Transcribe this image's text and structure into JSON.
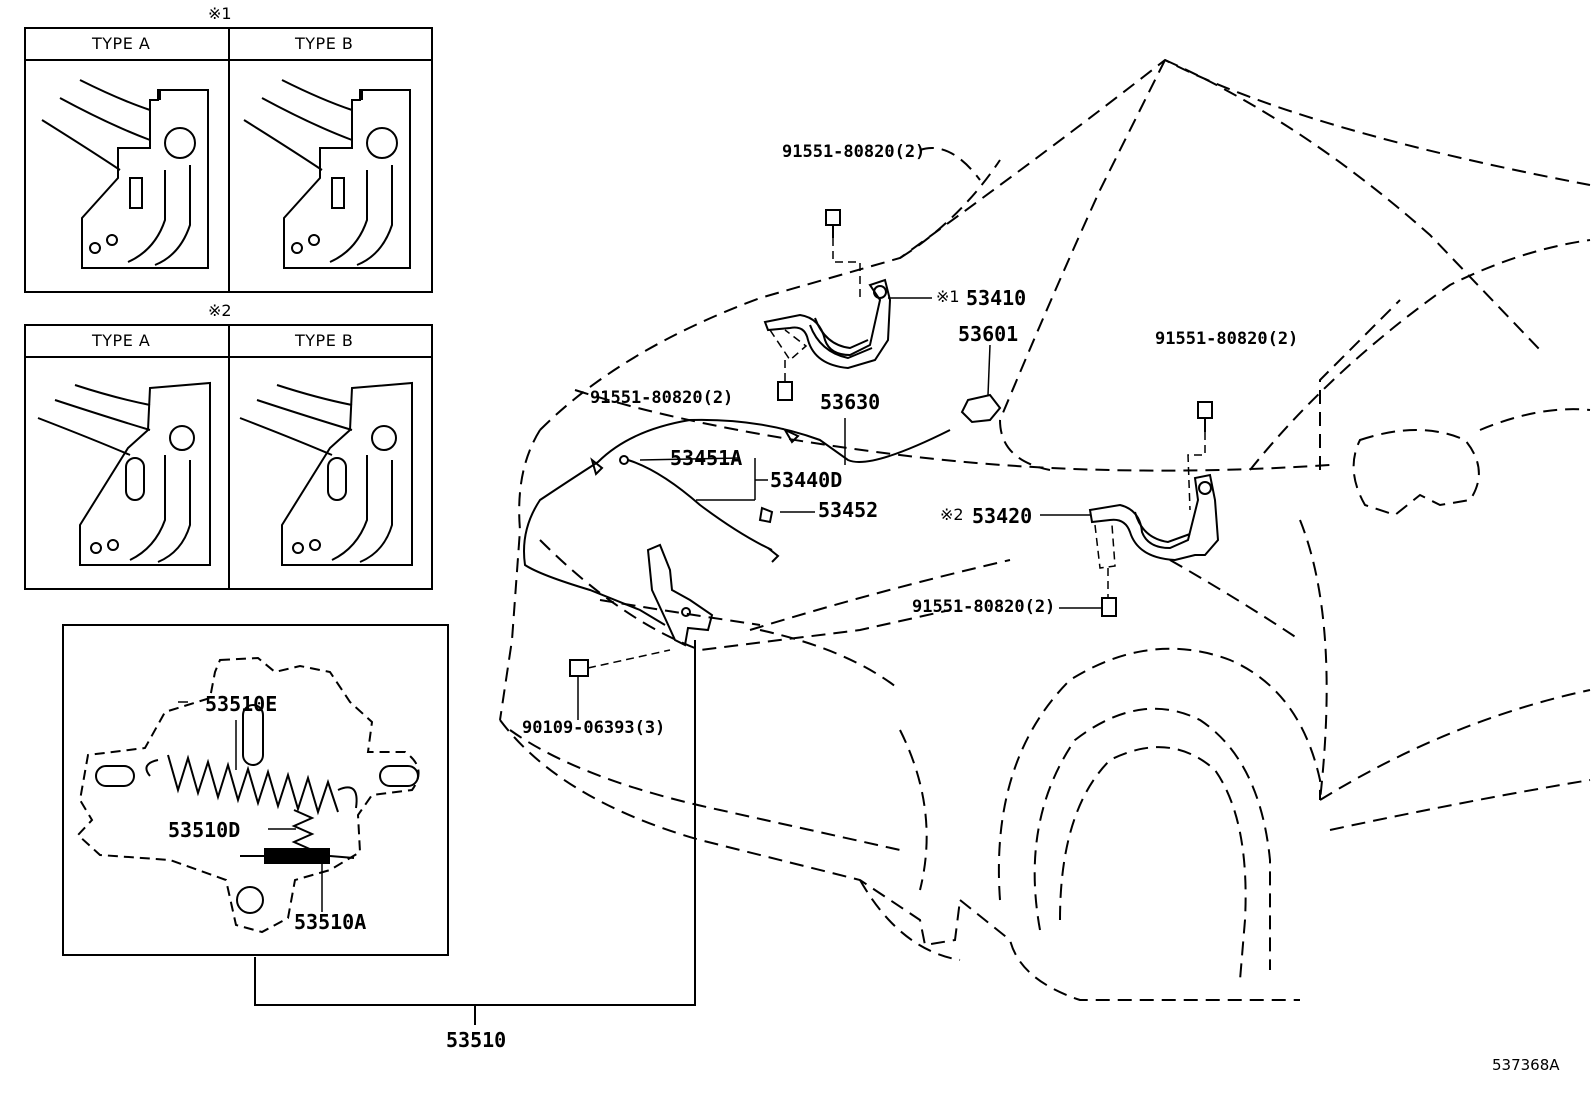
{
  "figure_code": "537368A",
  "insets": {
    "hinge1": {
      "mark": "※1",
      "type_a": "TYPE A",
      "type_b": "TYPE B"
    },
    "hinge2": {
      "mark": "※2",
      "type_a": "TYPE A",
      "type_b": "TYPE B"
    }
  },
  "callouts": {
    "bolt_top": "91551-80820(2)",
    "hinge_lh_mark": "※1",
    "hinge_lh": "53410",
    "bolt_left": "91551-80820(2)",
    "bumper_cushion": "53601",
    "release_cable": "53630",
    "bolt_right_top": "91551-80820(2)",
    "support_rod": "53451A",
    "support_assy": "53440D",
    "rod_holder": "53452",
    "hinge_rh_mark": "※2",
    "hinge_rh": "53420",
    "bolt_right_bottom": "91551-80820(2)",
    "latch_bolt": "90109-06393(3)",
    "latch_spring_e": "53510E",
    "latch_spring_d": "53510D",
    "latch_sub_a": "53510A",
    "latch_assy": "53510"
  },
  "colors": {
    "line": "#000000",
    "background": "#ffffff"
  }
}
